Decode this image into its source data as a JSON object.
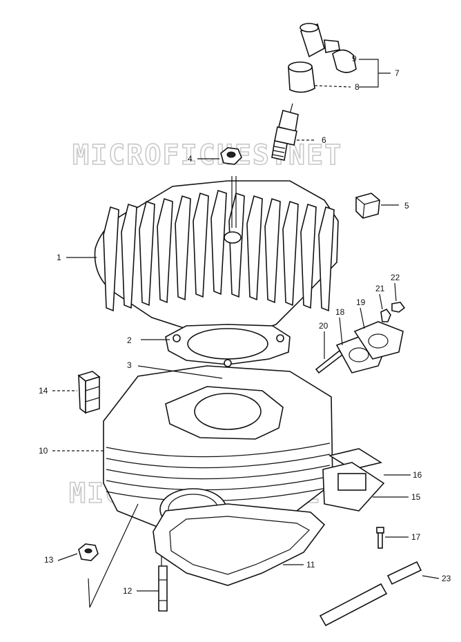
{
  "watermark": "MICROFICHES.NET",
  "callouts": {
    "c1": "1",
    "c2": "2",
    "c3": "3",
    "c4": "4",
    "c5": "5",
    "c6": "6",
    "c7": "7",
    "c8": "8",
    "c9": "9",
    "c10": "10",
    "c11": "11",
    "c12": "12",
    "c13": "13",
    "c14": "14",
    "c15": "15",
    "c16": "16",
    "c17": "17",
    "c18": "18",
    "c19": "19",
    "c20": "20",
    "c21": "21",
    "c22": "22",
    "c23": "23"
  }
}
